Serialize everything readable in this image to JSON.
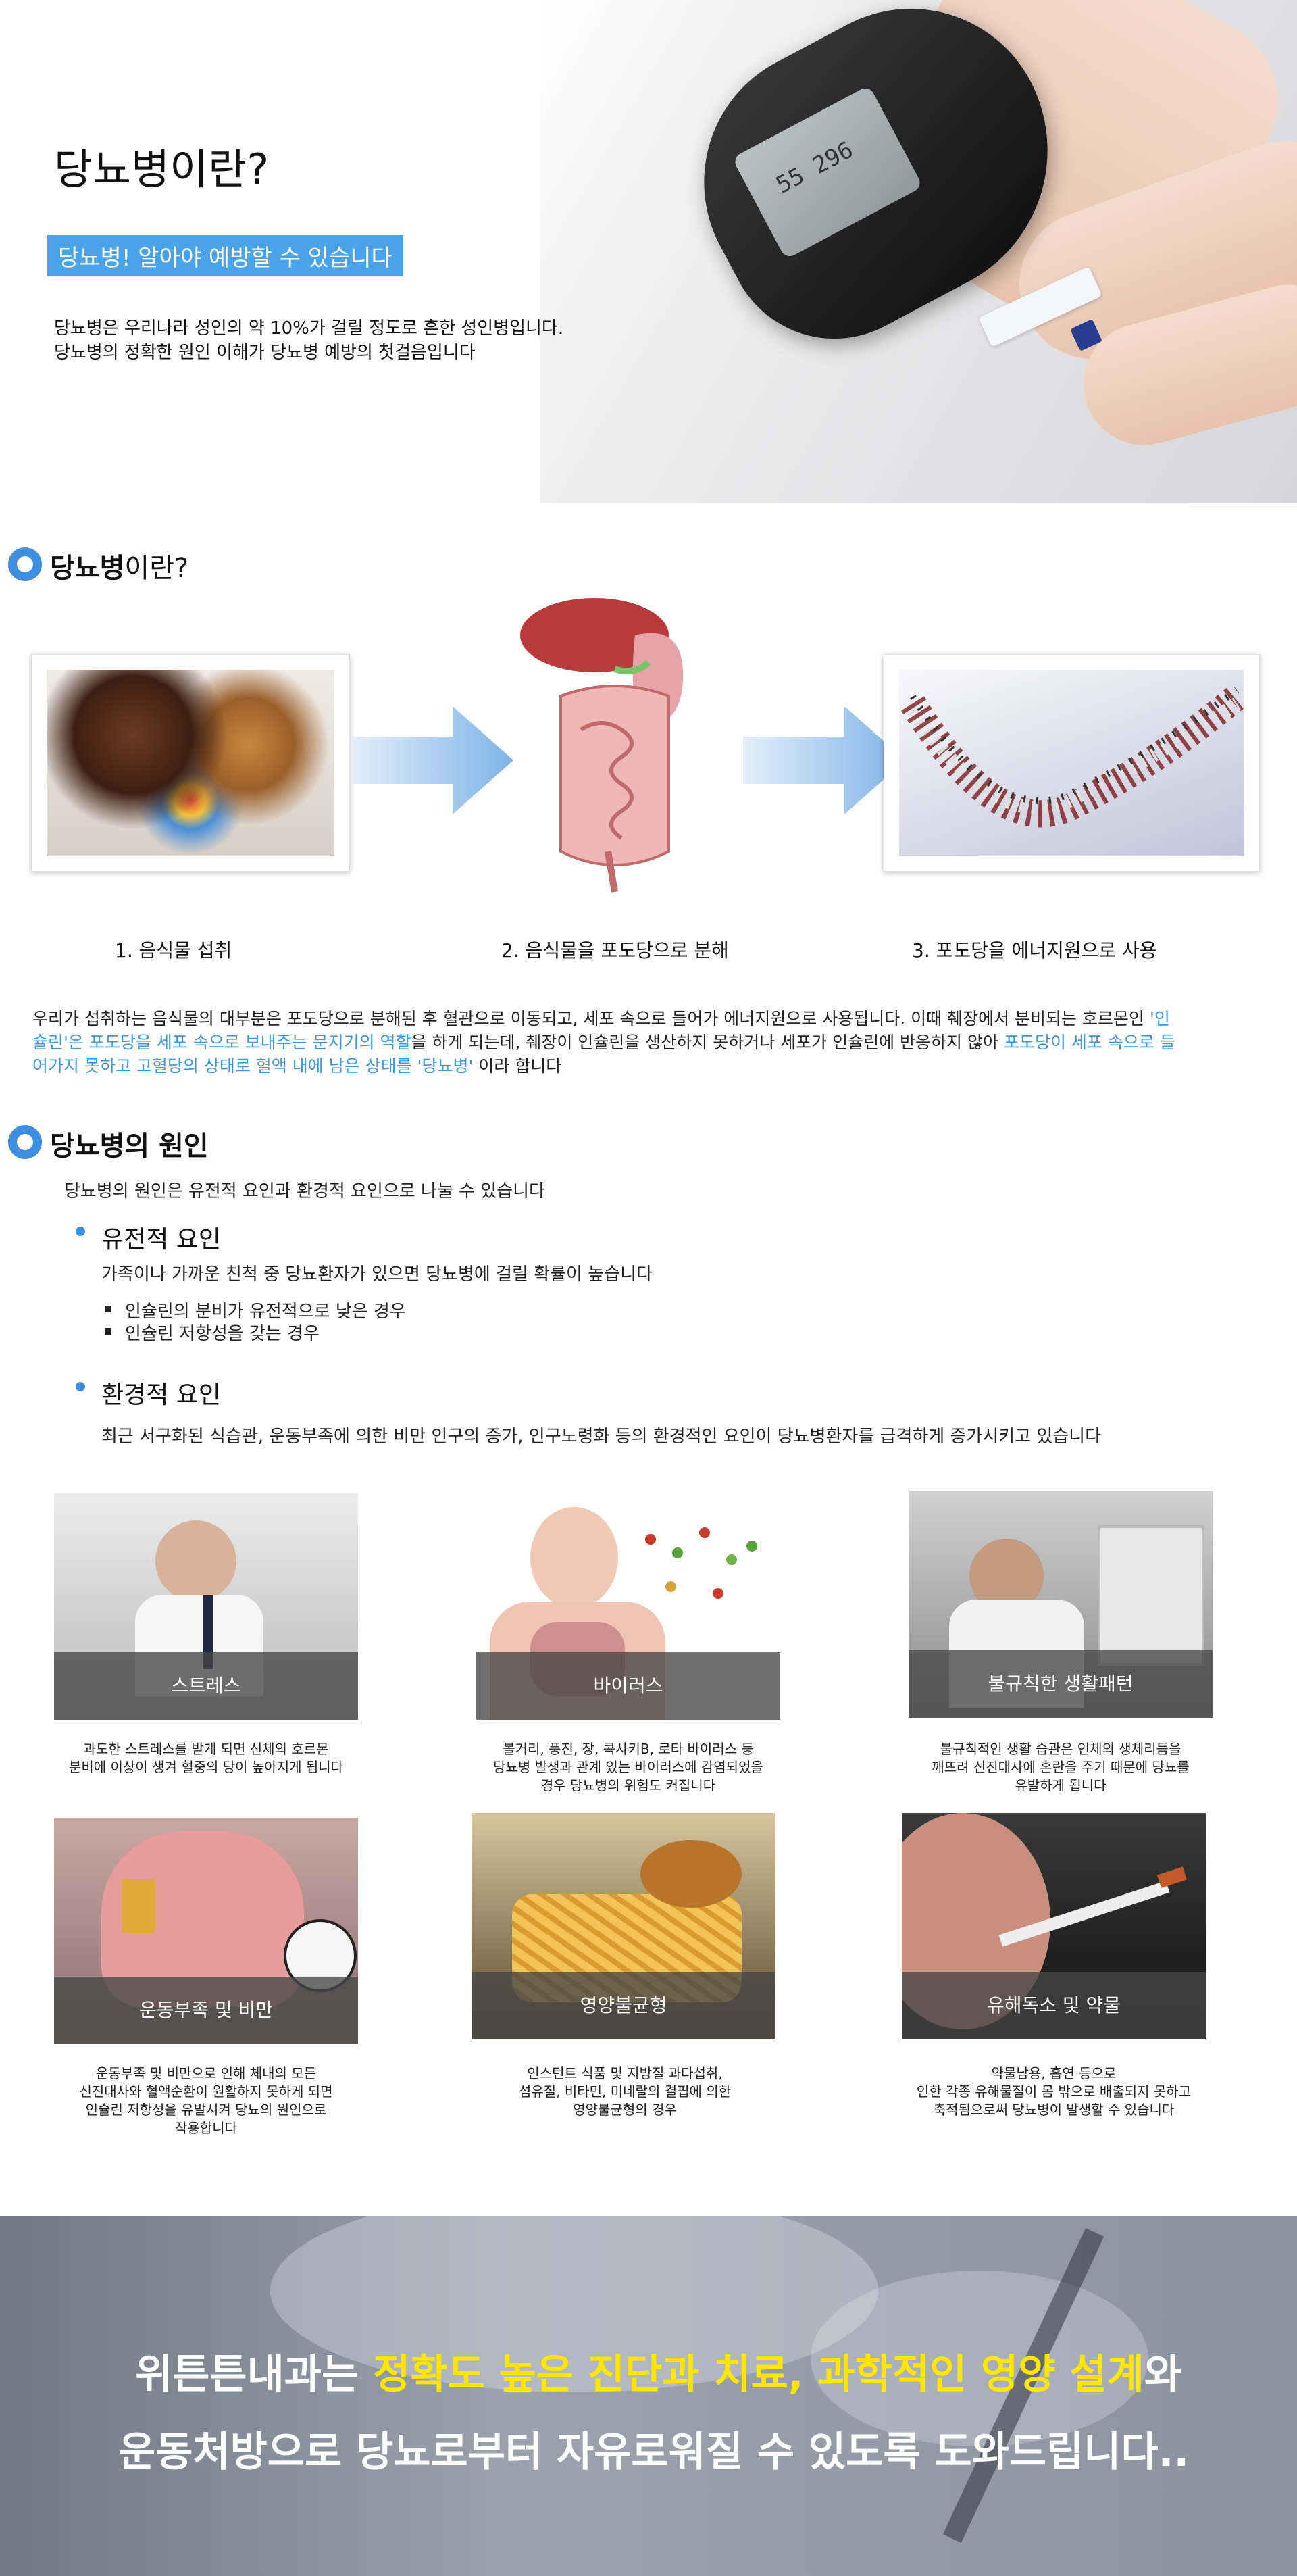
{
  "hero": {
    "title": "당뇨병이란?",
    "tag": "당뇨병! 알아야 예방할 수 있습니다",
    "desc_line1": "당뇨병은 우리나라 성인의 약 10%가 걸릴 정도로 흔한 성인병입니다.",
    "desc_line2": "당뇨병의 정확한 원인 이해가 당뇨병 예방의 첫걸음입니다",
    "meter_reading": "55 296"
  },
  "section_what": {
    "title_bold": "당뇨병",
    "title_rest": "이란?",
    "steps": [
      {
        "label": "1. 음식물 섭취"
      },
      {
        "label": "2. 음식물을 포도당으로 분해"
      },
      {
        "label": "3. 포도당을 에너지원으로 사용"
      }
    ],
    "explanation": {
      "part1": "우리가 섭취하는 음식물의 대부분은 포도당으로 분해된 후 혈관으로 이동되고, 세포 속으로 들어가 에너지원으로 사용됩니다. 이때 췌장에서 분비되는 호르몬인 ",
      "hl1": "'인슐린'은 포도당을 세포 속으로 보내주는 문지기의 역할",
      "part2": "을 하게 되는데, 췌장이 인슐린을 생산하지 못하거나 세포가 인슐린에 반응하지 않아 ",
      "hl2": "포도당이 세포 속으로 들어가지 못하고 고혈당의 상태로 혈액 내에 남은 상태를 '당뇨병'",
      "part3": " 이라 합니다"
    }
  },
  "section_cause": {
    "title": "당뇨병의 원인",
    "intro": "당뇨병의 원인은 유전적 요인과 환경적 요인으로 나눌 수 있습니다",
    "genetic": {
      "title": "유전적 요인",
      "desc": "가족이나 가까운 친척 중 당뇨환자가 있으면 당뇨병에 걸릴 확률이 높습니다",
      "items": [
        "인슐린의 분비가 유전적으로 낮은 경우",
        "인슐린 저항성을 갖는 경우"
      ]
    },
    "env": {
      "title": "환경적 요인",
      "desc": "최근 서구화된 식습관, 운동부족에 의한 비만 인구의 증가, 인구노령화 등의 환경적인 요인이 당뇨병환자를 급격하게 증가시키고 있습니다"
    },
    "cards": [
      {
        "label": "스트레스",
        "desc1": "과도한 스트레스를 받게 되면 신체의 호르몬",
        "desc2": "분비에 이상이 생겨 혈중의 당이 높아지게 됩니다",
        "desc3": "",
        "desc4": ""
      },
      {
        "label": "바이러스",
        "desc1": "볼거리, 풍진, 장, 콕사키B, 로타 바이러스 등",
        "desc2": "당뇨병 발생과 관계 있는 바이러스에 감염되었을",
        "desc3": "경우 당뇨병의 위험도 커집니다",
        "desc4": ""
      },
      {
        "label": "불규칙한 생활패턴",
        "desc1": "불규칙적인 생활 습관은 인체의 생체리듬을",
        "desc2": "깨뜨려 신진대사에 혼란을 주기 때문에 당뇨를",
        "desc3": "유발하게 됩니다",
        "desc4": ""
      },
      {
        "label": "운동부족 및 비만",
        "desc1": "운동부족 및 비만으로 인해 체내의 모든",
        "desc2": "신진대사와 혈액순환이 원활하지 못하게 되면",
        "desc3": "인슐린 저항성을 유발시켜 당뇨의 원인으로",
        "desc4": "작용합니다"
      },
      {
        "label": "영양불균형",
        "desc1": "인스턴트 식품 및 지방질 과다섭취,",
        "desc2": "섬유질, 비타민, 미네랄의 결핍에 의한",
        "desc3": "영양불균형의 경우",
        "desc4": ""
      },
      {
        "label": "유해독소 및 약물",
        "desc1": "약물남용, 흡연 등으로",
        "desc2": "인한 각종 유해물질이 몸 밖으로 배출되지 못하고",
        "desc3": "축적됨으로써 당뇨병이 발생할 수 있습니다",
        "desc4": ""
      }
    ]
  },
  "banner": {
    "l1_a": "위튼튼내과는 ",
    "l1_b": "정확도 높은 진단과 치료, 과학적인 영양 설계",
    "l1_c": "와",
    "l2": "운동처방으로 당뇨로부터 자유로워질 수 있도록 도와드립니다.."
  },
  "colors": {
    "accent": "#3f8fe0",
    "tag_bg": "#4aa3e8",
    "highlight": "#3d96e2",
    "banner_yellow": "#ffe600"
  }
}
